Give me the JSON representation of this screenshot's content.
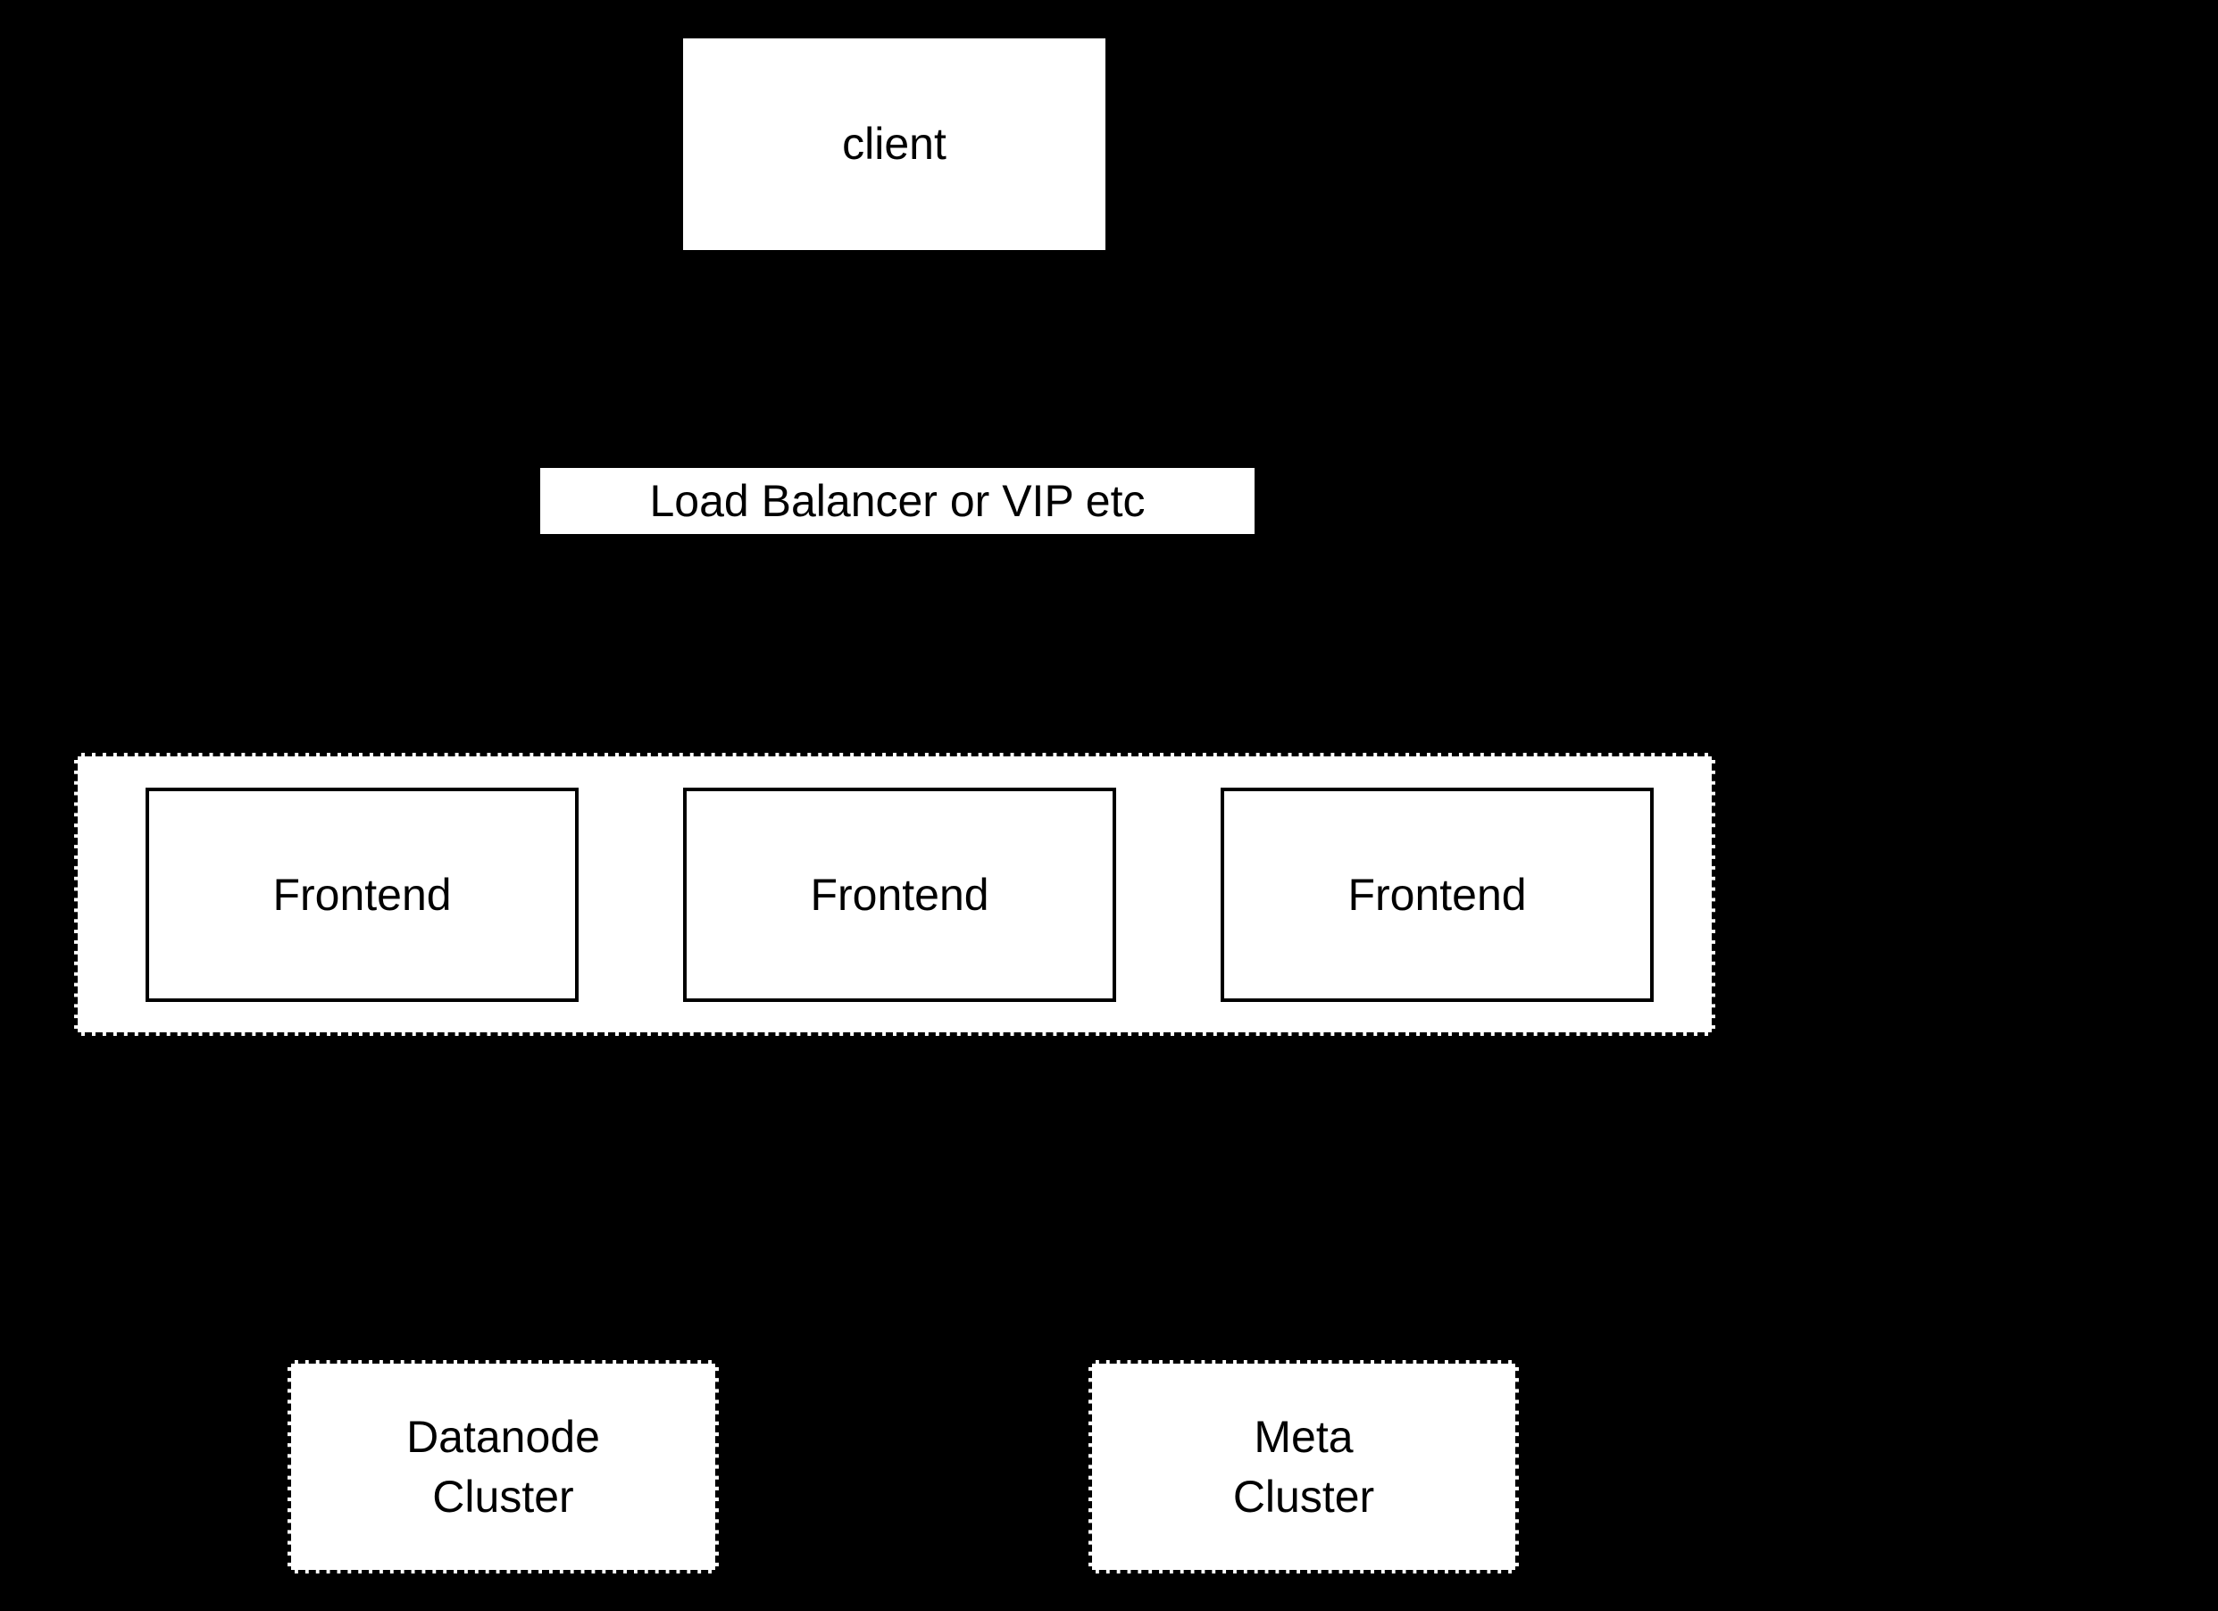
{
  "diagram": {
    "title": "frontend cluster architecture diagram",
    "colors": {
      "background": "#000000",
      "node_fill": "#ffffff",
      "border": "#000000",
      "text": "#000000"
    },
    "nodes": {
      "client": {
        "label": "client"
      },
      "load_balancer": {
        "label": "Load Balancer or VIP etc"
      },
      "frontend_group": {
        "frontends": [
          {
            "label": "Frontend"
          },
          {
            "label": "Frontend"
          },
          {
            "label": "Frontend"
          }
        ]
      },
      "datanode_cluster": {
        "label": "Datanode\nCluster"
      },
      "meta_cluster": {
        "label": "Meta\nCluster"
      }
    }
  }
}
